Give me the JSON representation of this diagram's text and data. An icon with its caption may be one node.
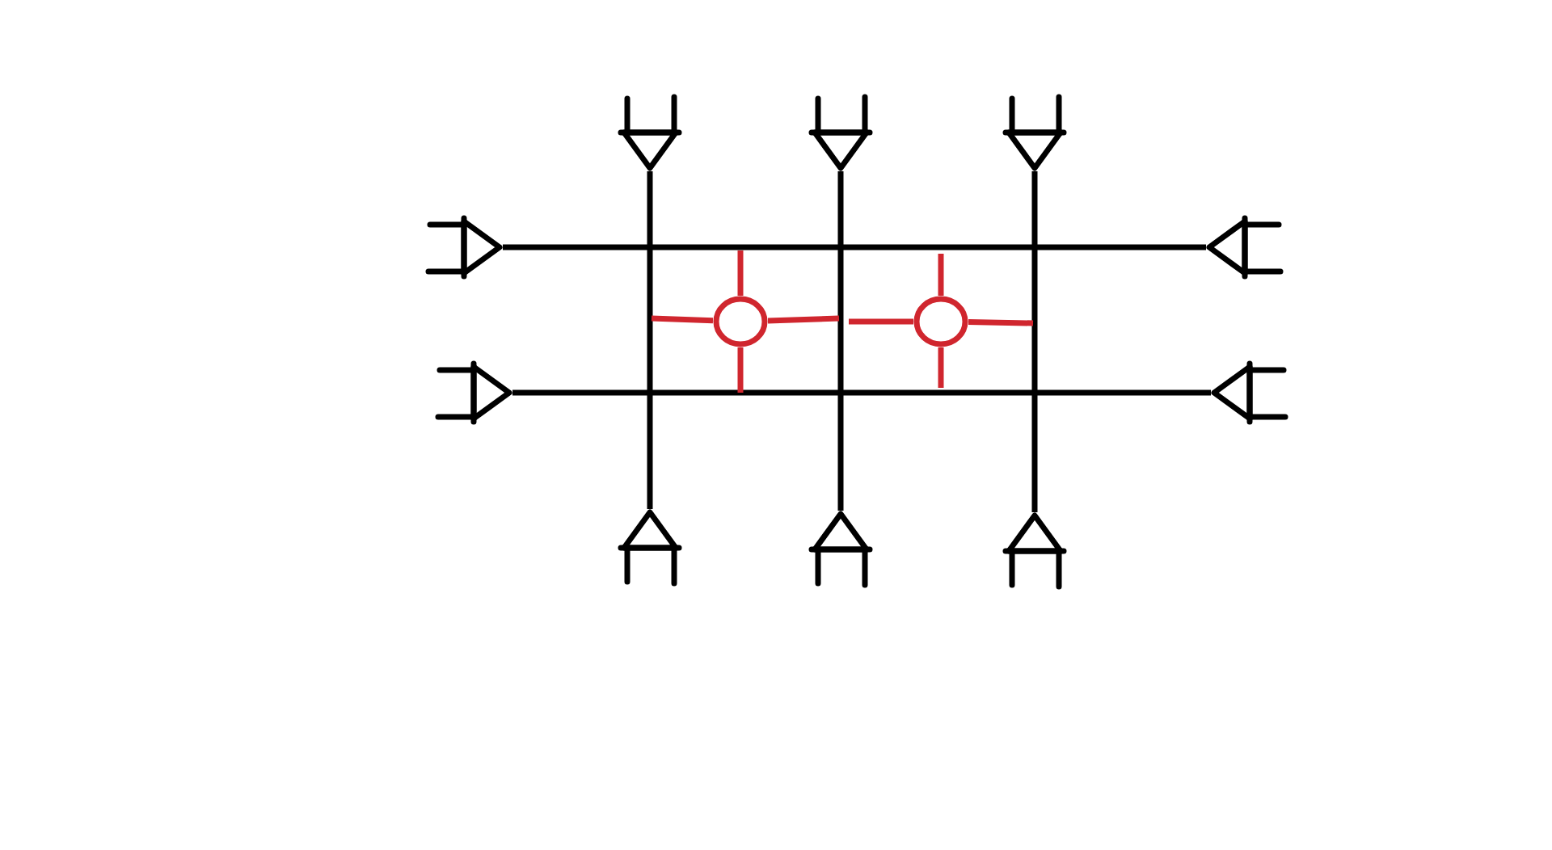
{
  "diagram": {
    "nodes": [
      {
        "text": [],
        "shape": "triangle"
      },
      {
        "text": [],
        "shape": "triangle"
      },
      {
        "text": [],
        "shape": "triangle"
      },
      {
        "text": [],
        "shape": "triangle"
      },
      {
        "text": [],
        "shape": "triangle"
      },
      {
        "text": [],
        "shape": "circle"
      },
      {
        "text": [],
        "shape": "circle"
      },
      {
        "text": [],
        "shape": "triangle"
      },
      {
        "text": [],
        "shape": "triangle"
      },
      {
        "text": [],
        "shape": "triangle"
      },
      {
        "text": [],
        "shape": "triangle"
      },
      {
        "text": [],
        "shape": "triangle"
      }
    ],
    "edges": [
      {
        "from": 3,
        "to": 4,
        "arrow": "none",
        "color": "#000000"
      },
      {
        "from": 7,
        "to": 8,
        "arrow": "none",
        "color": "#000000"
      },
      {
        "from": 0,
        "to": 9,
        "arrow": "none",
        "color": "#000000"
      },
      {
        "from": 1,
        "to": 10,
        "arrow": "none",
        "color": "#000000"
      },
      {
        "from": 2,
        "to": 11,
        "arrow": "none",
        "color": "#000000"
      },
      {
        "from": 5,
        "to": null,
        "arrow": "none",
        "color": "#d0262e"
      },
      {
        "from": 5,
        "to": null,
        "arrow": "none",
        "color": "#d0262e"
      },
      {
        "from": 5,
        "to": null,
        "arrow": "none",
        "color": "#d0262e"
      },
      {
        "from": 5,
        "to": null,
        "arrow": "none",
        "color": "#d0262e"
      },
      {
        "from": 6,
        "to": null,
        "arrow": "none",
        "color": "#d0262e"
      },
      {
        "from": 6,
        "to": null,
        "arrow": "none",
        "color": "#d0262e"
      },
      {
        "from": 6,
        "to": null,
        "arrow": "none",
        "color": "#d0262e"
      },
      {
        "from": 6,
        "to": null,
        "arrow": "none",
        "color": "#d0262e"
      }
    ]
  }
}
